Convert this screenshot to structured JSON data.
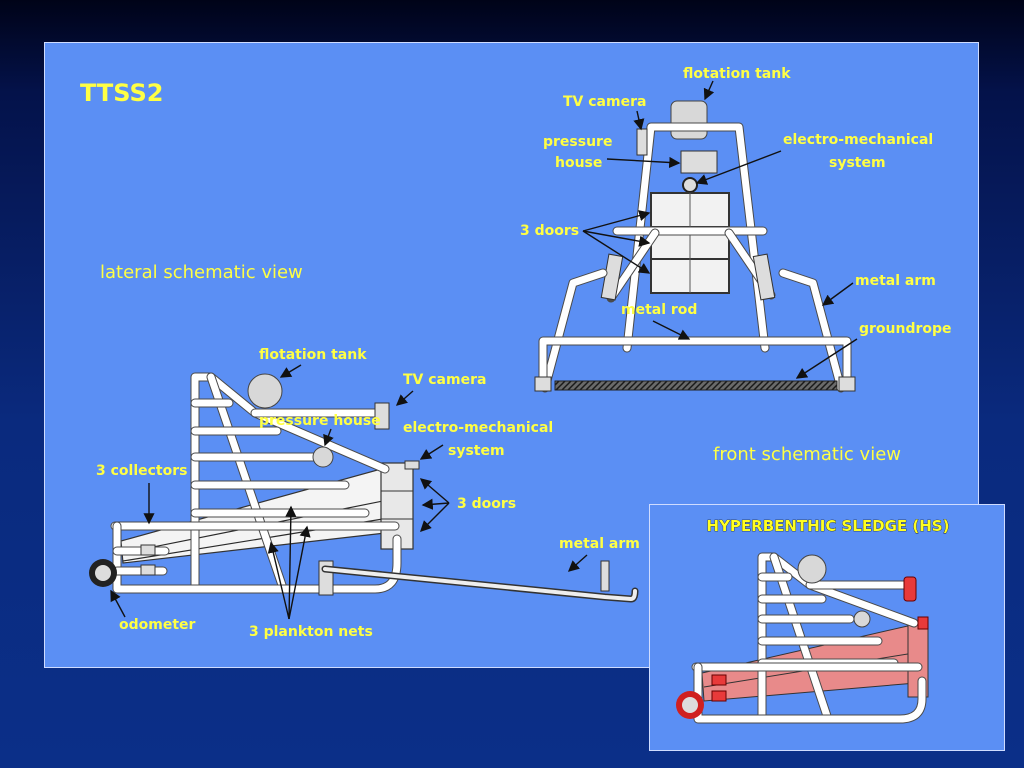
{
  "main_panel": {
    "title": "TTSS2",
    "lateral_view_label": "lateral schematic view",
    "front_view_label": "front schematic view",
    "lateral_callouts": {
      "flotation_tank": "flotation tank",
      "tv_camera": "TV camera",
      "pressure_house": "pressure house",
      "electro_mechanical_line1": "electro-mechanical",
      "electro_mechanical_line2": "system",
      "collectors": "3 collectors",
      "doors": "3 doors",
      "metal_arm": "metal arm",
      "odometer": "odometer",
      "plankton_nets": "3 plankton nets"
    },
    "front_callouts": {
      "flotation_tank": "flotation tank",
      "tv_camera": "TV camera",
      "pressure_house_line1": "pressure",
      "pressure_house_line2": "house",
      "electro_mechanical_line1": "electro-mechanical",
      "electro_mechanical_line2": "system",
      "doors": "3 doors",
      "metal_arm": "metal arm",
      "metal_rod": "metal rod",
      "groundrope": "groundrope"
    }
  },
  "inset_panel": {
    "title": "HYPERBENTHIC SLEDGE (HS)"
  },
  "colors": {
    "panel_bg": "#5b8ff4",
    "label_yellow": "#ffff44",
    "net_pink": "#e88a8a",
    "red_parts": "#e83a3a"
  }
}
